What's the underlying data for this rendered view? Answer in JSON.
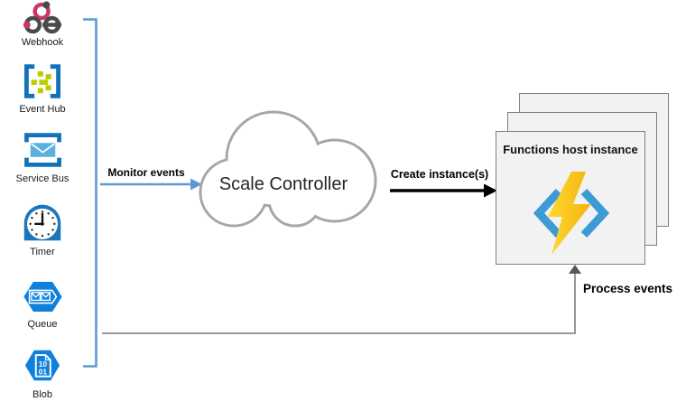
{
  "sources": [
    {
      "label": "Webhook",
      "icon": "webhook-icon"
    },
    {
      "label": "Event Hub",
      "icon": "event-hub-icon"
    },
    {
      "label": "Service Bus",
      "icon": "service-bus-icon"
    },
    {
      "label": "Timer",
      "icon": "timer-icon"
    },
    {
      "label": "Queue",
      "icon": "queue-icon"
    },
    {
      "label": "Blob",
      "icon": "blob-icon"
    }
  ],
  "controller": {
    "label": "Scale Controller"
  },
  "host": {
    "label": "Functions host instance",
    "stack_count": 3
  },
  "edges": {
    "monitor": {
      "label": "Monitor events",
      "color": "#5B9BD5"
    },
    "create": {
      "label": "Create instance(s)",
      "color": "#000000"
    },
    "process": {
      "label": "Process events",
      "color": "#8C8C8C"
    }
  },
  "blob_glyph": {
    "line1": "10",
    "line2": "01"
  },
  "colors": {
    "bracket_blue": "#5B9BD5",
    "azure_blue": "#0F80DB",
    "dark_azure": "#1272B9",
    "hub_green": "#B8CE00",
    "envelope_blue": "#5AB1E0",
    "webhook_pink": "#C9356B",
    "webhook_gray": "#4A4A4C",
    "timer_blue": "#1B75BB",
    "functions_bracket": "#3C9BD5",
    "bolt_yellow_light": "#FFD92E",
    "bolt_yellow_dark": "#F3B211",
    "box_fill": "#F2F2F2",
    "box_border": "#7F7F7F",
    "cloud_outline": "#A6A6A6"
  }
}
